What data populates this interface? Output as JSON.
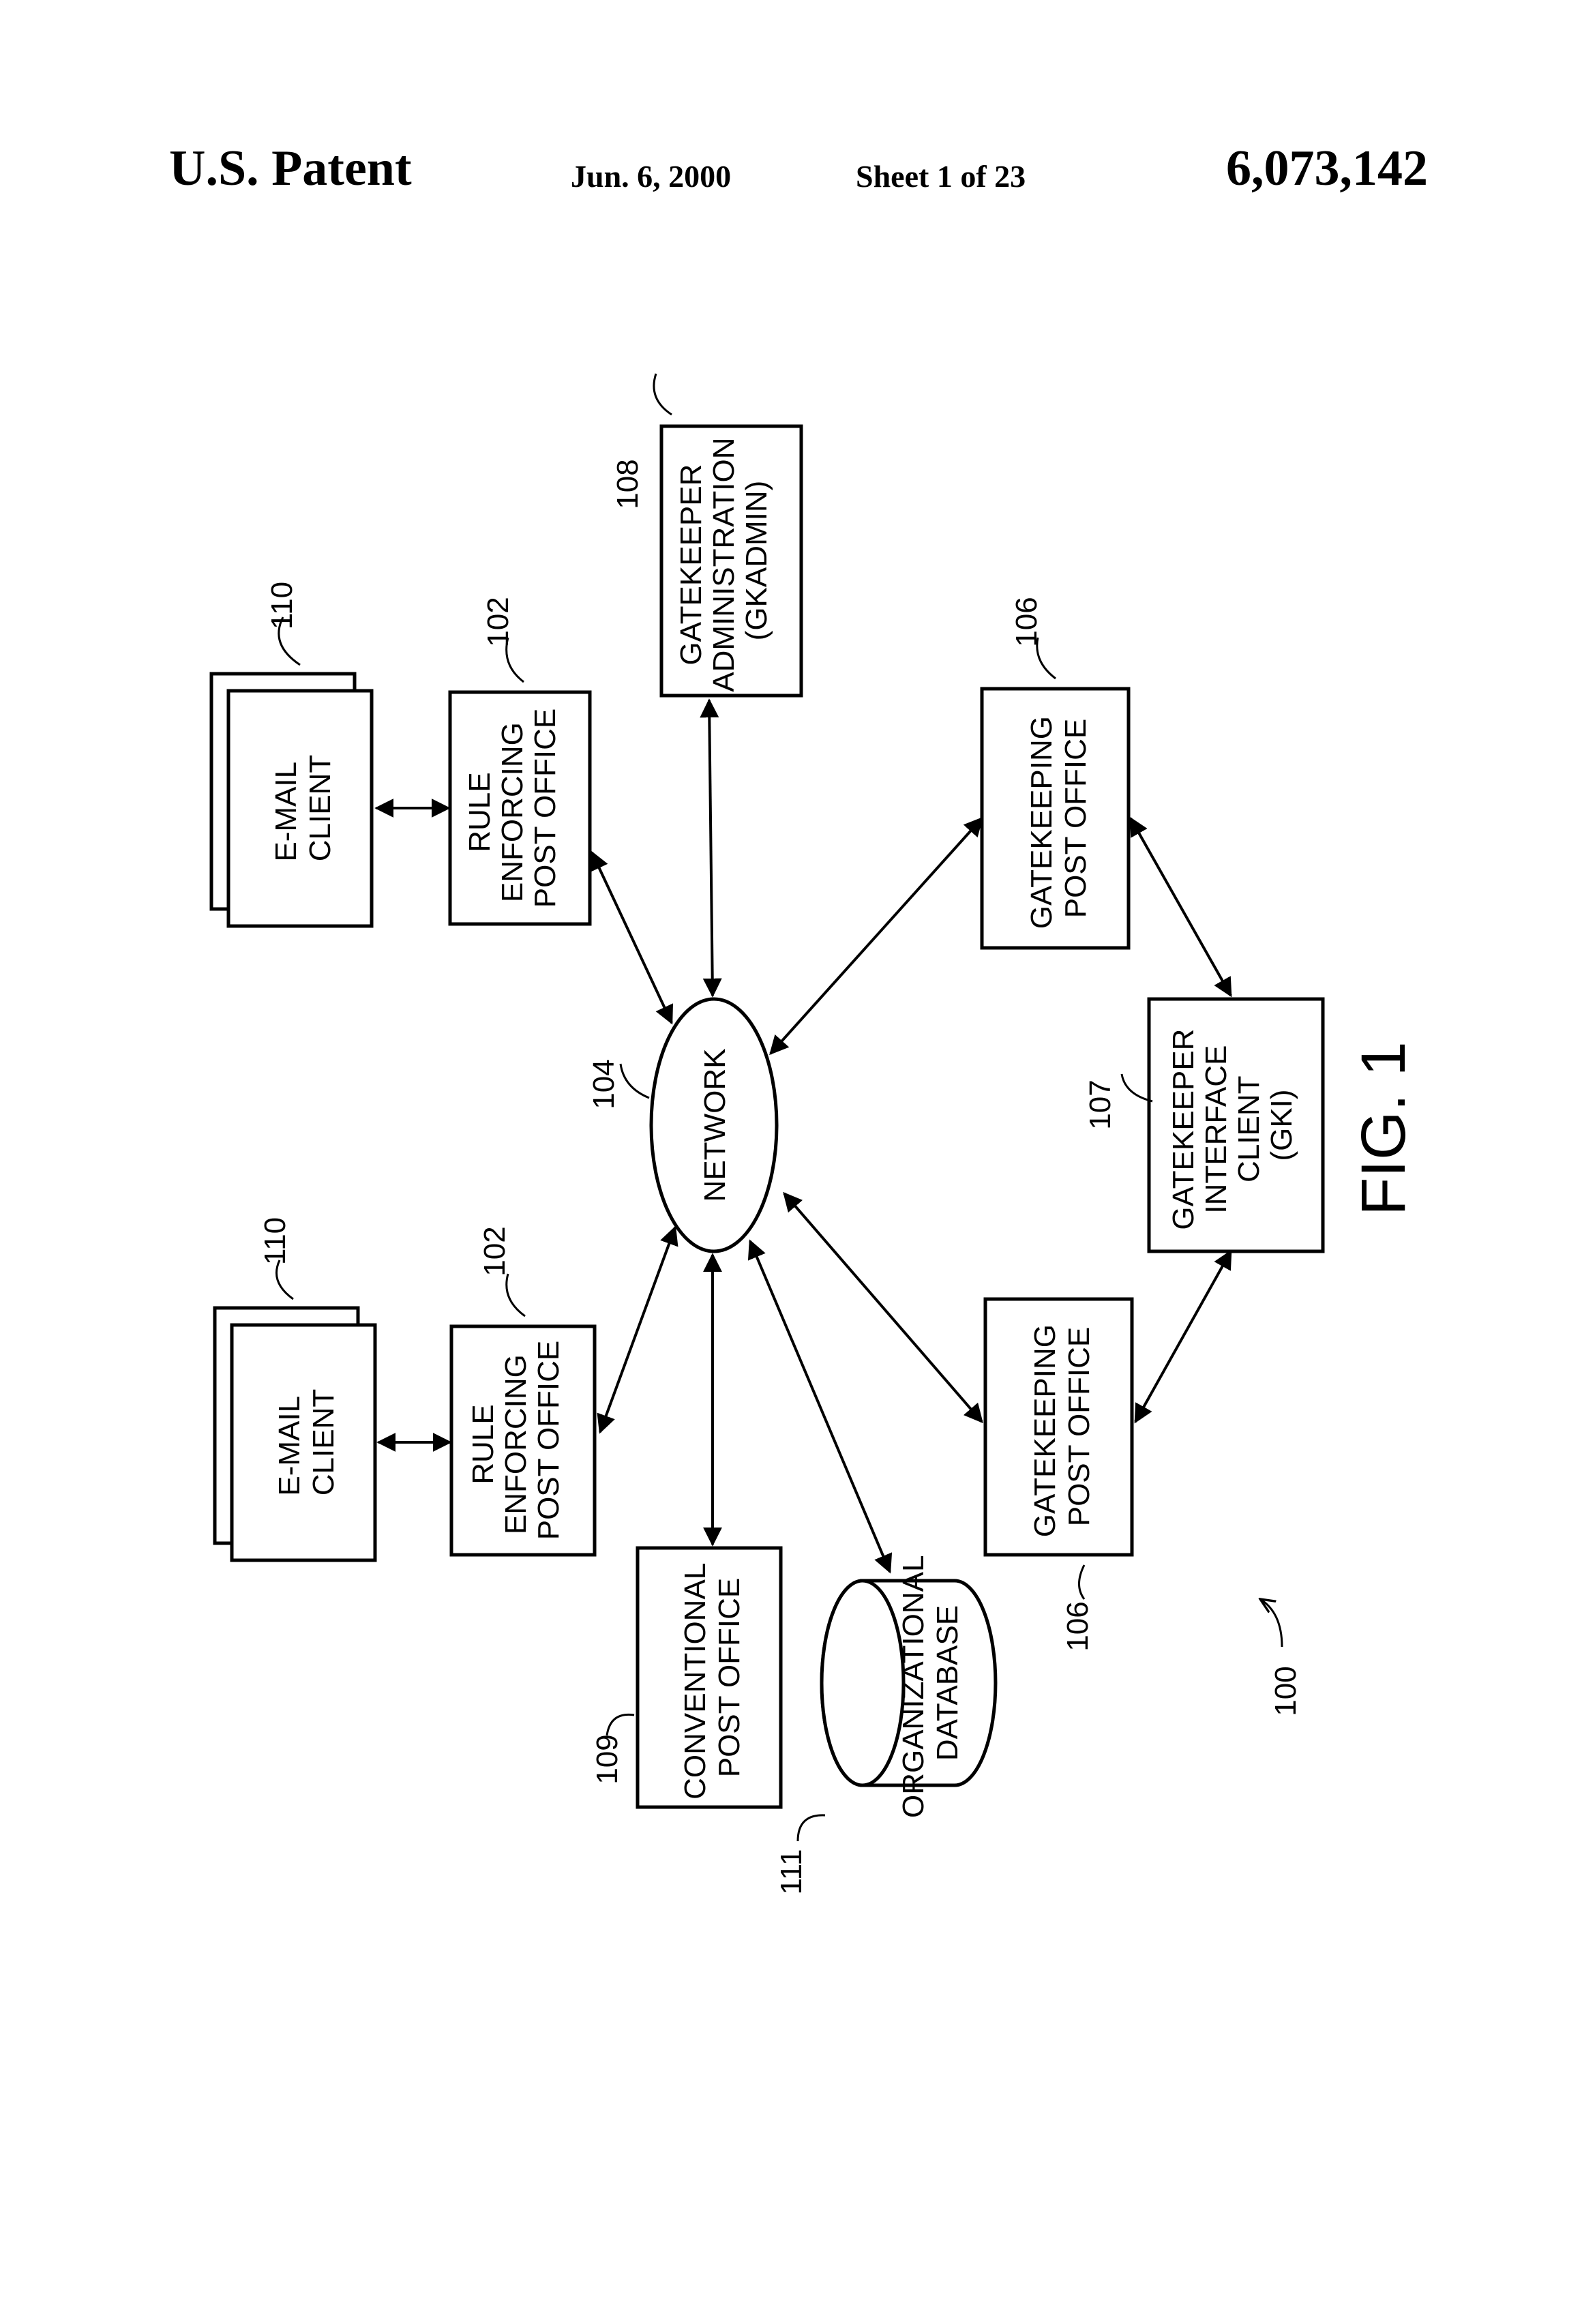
{
  "header": {
    "left": "U.S. Patent",
    "date": "Jun. 6, 2000",
    "sheet": "Sheet 1 of 23",
    "number": "6,073,142"
  },
  "figure": {
    "label": "FIG. 1",
    "ref": "100"
  },
  "nodes": {
    "email_client_a": {
      "lines": [
        "E-MAIL",
        "CLIENT"
      ],
      "ref": "110"
    },
    "email_client_b": {
      "lines": [
        "E-MAIL",
        "CLIENT"
      ],
      "ref": "110"
    },
    "rule_po_a": {
      "lines": [
        "RULE",
        "ENFORCING",
        "POST OFFICE"
      ],
      "ref": "102"
    },
    "rule_po_b": {
      "lines": [
        "RULE",
        "ENFORCING",
        "POST OFFICE"
      ],
      "ref": "102"
    },
    "gk_admin": {
      "lines": [
        "GATEKEEPER",
        "ADMINISTRATION",
        "(GKADMIN)"
      ],
      "ref": "108"
    },
    "network": {
      "lines": [
        "NETWORK"
      ],
      "ref": "104"
    },
    "gk_po_a": {
      "lines": [
        "GATEKEEPING",
        "POST OFFICE"
      ],
      "ref": "106"
    },
    "gk_po_b": {
      "lines": [
        "GATEKEEPING",
        "POST OFFICE"
      ],
      "ref": "106"
    },
    "gki": {
      "lines": [
        "GATEKEEPER",
        "INTERFACE",
        "CLIENT",
        "(GKI)"
      ],
      "ref": "107"
    },
    "conventional_po": {
      "lines": [
        "CONVENTIONAL",
        "POST OFFICE"
      ],
      "ref": "109"
    },
    "org_db": {
      "lines": [
        "ORGANIZATIONAL",
        "DATABASE"
      ],
      "ref": "111"
    }
  }
}
